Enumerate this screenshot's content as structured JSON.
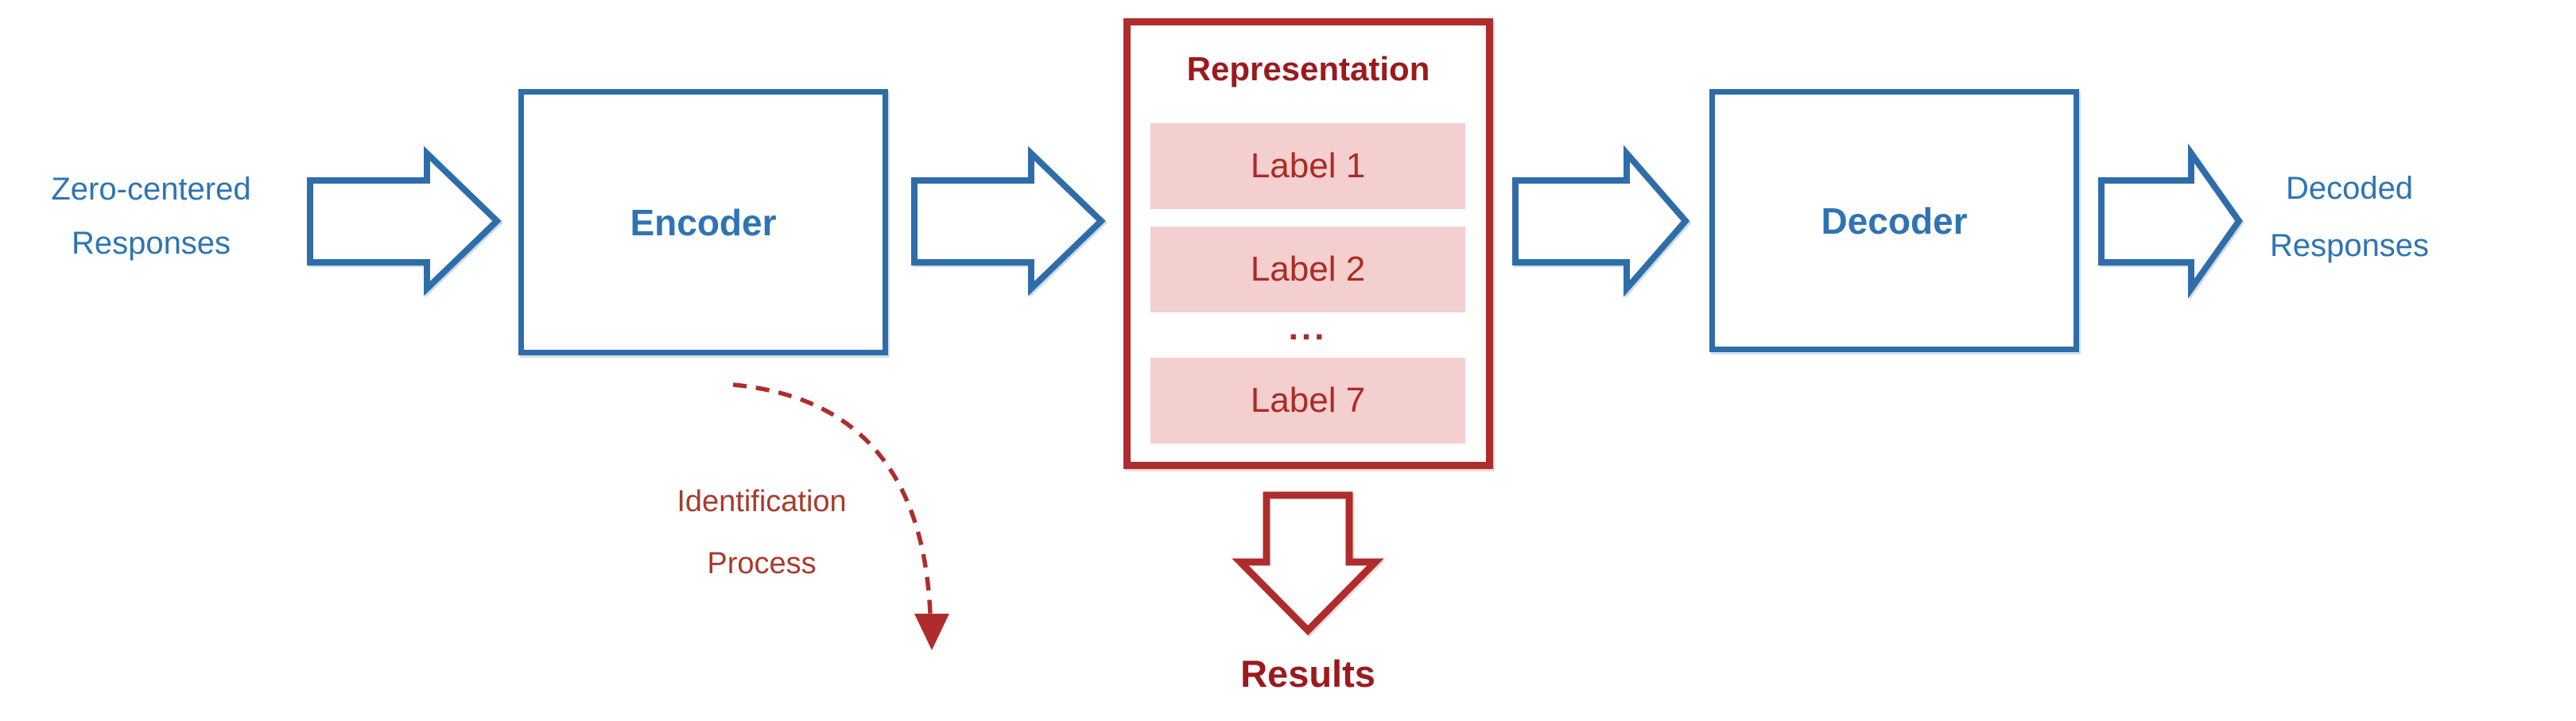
{
  "diagram": {
    "input_label": "Zero-centered Responses",
    "encoder_label": "Encoder",
    "representation": {
      "title": "Representation",
      "rows": [
        "Label 1",
        "Label 2",
        "Label 7"
      ],
      "ellipsis": "..."
    },
    "decoder_label": "Decoder",
    "output_label": "Decoded Responses",
    "process_label": "Identification Process",
    "results_label": "Results",
    "icons": {
      "flow_arrows": "block-right-arrow",
      "results_arrow": "block-down-arrow",
      "identification_arrow": "dashed-curved-arrow"
    },
    "colors": {
      "blue": "#2E6DA9",
      "blue_text": "#2E74B5",
      "red": "#B02C2C",
      "red_text": "#9C1A1D",
      "label_text": "#AC2B24",
      "process_text": "#A93B2B",
      "pink": "#F3CFCF"
    }
  }
}
